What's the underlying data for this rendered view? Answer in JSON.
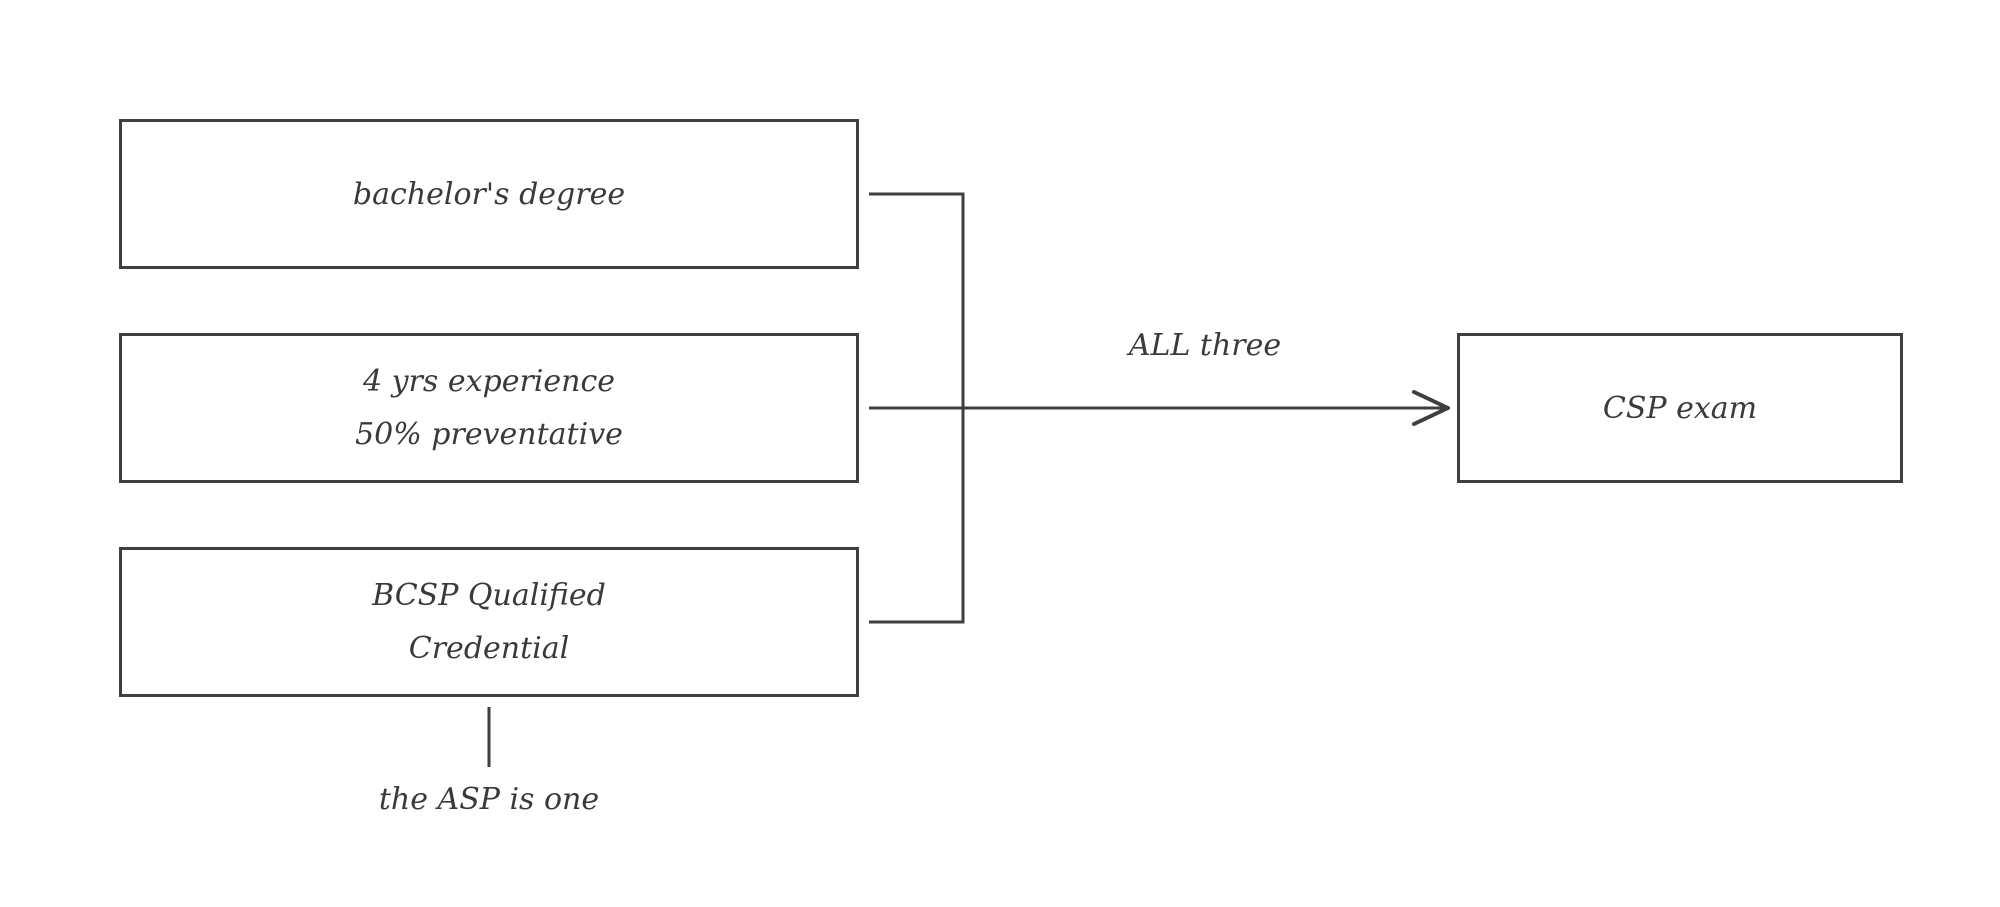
{
  "diagram": {
    "nodes": {
      "bachelor": {
        "lines": [
          "bachelor's degree"
        ]
      },
      "experience": {
        "lines": [
          "4 yrs experience",
          "50% preventative"
        ]
      },
      "bcsp": {
        "lines": [
          "BCSP Qualified",
          "Credential"
        ]
      },
      "csp": {
        "lines": [
          "CSP exam"
        ]
      }
    },
    "edge_label": "ALL three",
    "note": "the ASP is one"
  },
  "colors": {
    "stroke": "#3f3f3f",
    "text": "#3a3a3a",
    "background": "#ffffff"
  }
}
